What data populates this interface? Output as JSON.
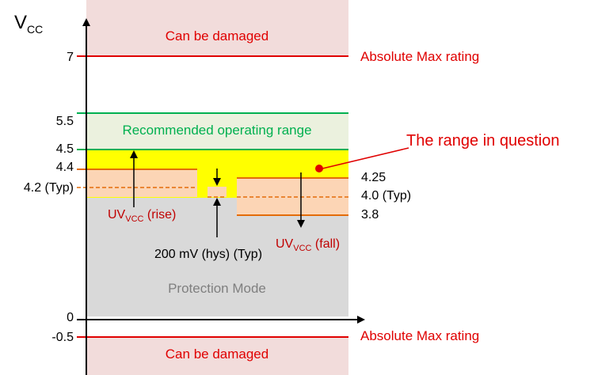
{
  "axis": {
    "label_main": "V",
    "label_sub": "CC",
    "ticks": {
      "t7": "7",
      "t55": "5.5",
      "t45": "4.5",
      "t44": "4.4",
      "t42": "4.2 (Typ)",
      "t0": "0",
      "tneg05": "-0.5"
    }
  },
  "right_values": {
    "v425": "4.25",
    "v40": "4.0 (Typ)",
    "v38": "3.8"
  },
  "regions": {
    "damaged_top": "Can be damaged",
    "damaged_bottom": "Can be damaged",
    "recommended": "Recommended operating range",
    "protection": "Protection Mode"
  },
  "ratings": {
    "abs_max_top": "Absolute Max rating",
    "abs_max_bottom": "Absolute Max rating"
  },
  "annotations": {
    "uv_rise_main": "UV",
    "uv_rise_sub": "VCC",
    "uv_rise_suffix": " (rise)",
    "uv_fall_main": "UV",
    "uv_fall_sub": "VCC",
    "uv_fall_suffix": " (fall)",
    "hysteresis": "200 mV (hys) (Typ)",
    "range_in_question": "The range in question"
  },
  "colors": {
    "damaged_fill": "#f2dcdb",
    "recommended_fill": "#ebf1de",
    "yellow_fill": "#ffff00",
    "protection_fill": "#d9d9d9",
    "uvlo_fill": "#fcd5b5",
    "red": "#e00000",
    "green": "#00b050",
    "orange": "#e36c09"
  }
}
